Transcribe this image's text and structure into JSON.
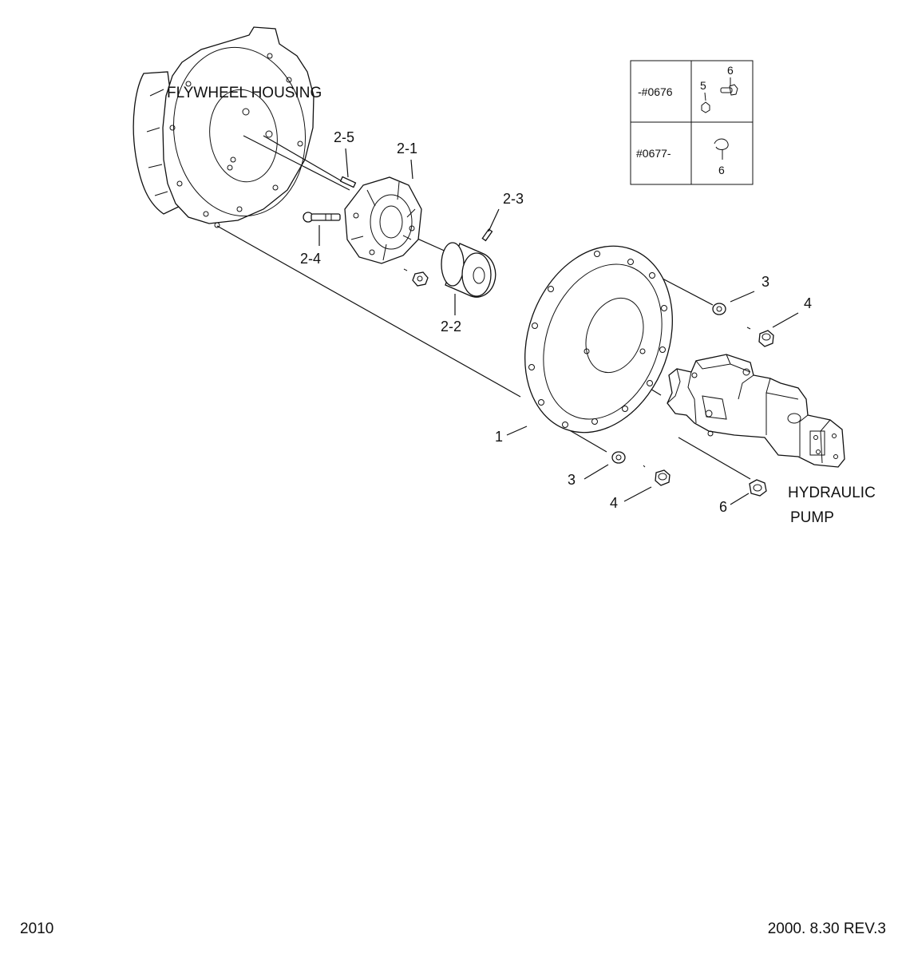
{
  "labels": {
    "flywheel_housing": "FLYWHEEL HOUSING",
    "hydraulic_pump_1": "HYDRAULIC",
    "hydraulic_pump_2": "PUMP"
  },
  "callouts": {
    "c2_5": "2-5",
    "c2_1": "2-1",
    "c2_3": "2-3",
    "c2_4": "2-4",
    "c2_2": "2-2",
    "c1": "1",
    "c3_top": "3",
    "c4_top": "4",
    "c3_bottom": "3",
    "c4_bottom": "4",
    "c6": "6"
  },
  "serial_table": {
    "row1_range": "-#0676",
    "row1_part_a": "5",
    "row1_part_b": "6",
    "row2_range": "#0677-",
    "row2_part": "6"
  },
  "footer": {
    "drawing_number": "2010",
    "revision": "2000. 8.30  REV.3"
  }
}
